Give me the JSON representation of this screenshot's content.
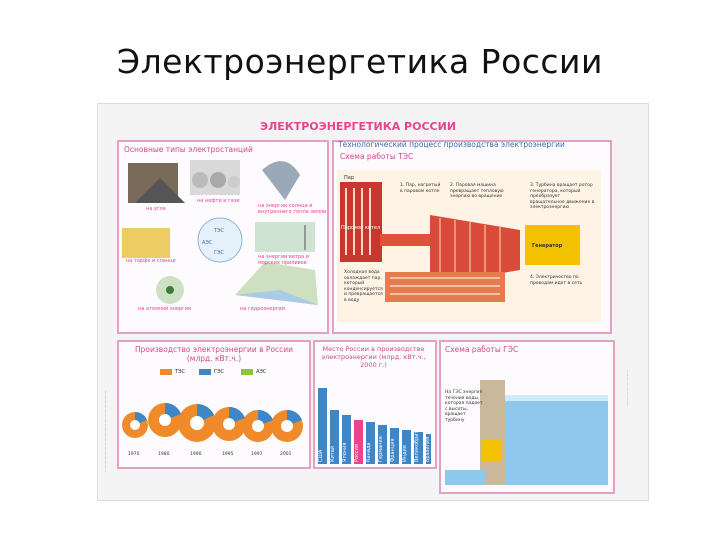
{
  "slide": {
    "title": "Электроэнергетика России"
  },
  "poster": {
    "title": "ЭЛЕКТРОЭНЕРГЕТИКА РОССИИ",
    "section_types": "Основные типы электростанций",
    "section_process": "Технологический процесс производства электроэнергии",
    "section_tes_scheme": "Схема работы ТЭС",
    "section_production": "Производство электроэнергии в России (млрд. кВт.ч.)",
    "section_place": "Место России в производстве электроэнергии (млрд. кВт.ч., 2000 г.)",
    "section_ges_scheme": "Схема работы ГЭС",
    "types": {
      "coal": "на угле",
      "oil": "на нефти и газе",
      "solar": "на энергии солнца и внутреннего тепла земли",
      "peat": "на торфе и сланце",
      "wind": "на энергии ветра и морских приливов",
      "atom": "на атомной энергии",
      "hydro": "на гидроэнергии",
      "center_tes": "ТЭС",
      "center_aes": "АЭС",
      "center_ges": "ГЭС"
    },
    "tes_labels": {
      "steam": "Пар",
      "boiler": "Паровой котел",
      "generator": "Генератор",
      "step1": "1. Пар, нагретый в паровом котле",
      "step2": "2. Паровая машина превращает тепловую энергию во вращение",
      "step3": "3. Турбина вращает ротор генератора, который преобразует вращательное движение в электроэнергию",
      "step4": "4. Электричество по проводам идет в сеть",
      "cooling": "Холодная вода охлаждает пар, который конденсируется и превращается в воду"
    },
    "legend": [
      "ТЭС",
      "ГЭС",
      "АЭС"
    ],
    "years": [
      "1970",
      "1980",
      "1990",
      "1995",
      "1997",
      "2001"
    ],
    "countries": [
      "США",
      "Китай",
      "Япония",
      "Россия",
      "Канада",
      "Германия",
      "Франция",
      "Индия",
      "Великобритания",
      "Бразилия"
    ],
    "ges_note": "На ГЭС энергия течения воды, которая падает с высоты, вращает турбину"
  },
  "colors": {
    "pink": "#e8458d",
    "tes": "#f08a2a",
    "ges": "#3f86c7",
    "aes": "#8fc23f",
    "frame": "#e6a0c6"
  }
}
